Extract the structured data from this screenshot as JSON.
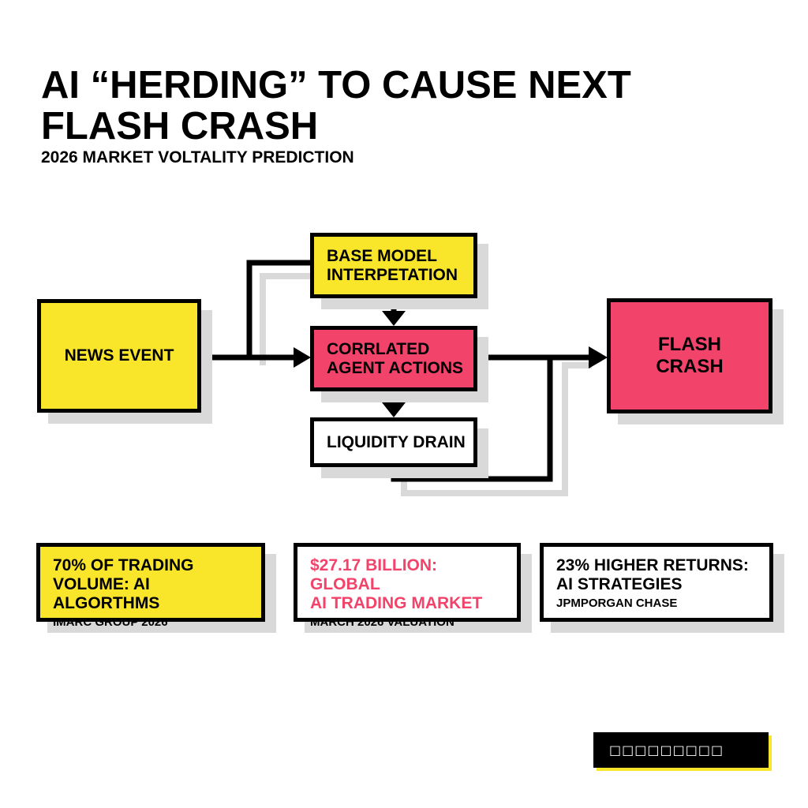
{
  "header": {
    "title_line1": "AI “HERDING” TO CAUSE NEXT",
    "title_line2": "FLASH CRASH",
    "subtitle": "2026 MARKET VOLTALITY PREDICTION"
  },
  "colors": {
    "yellow": "#f9e52a",
    "pink": "#f2436b",
    "black": "#000000",
    "shadow": "#d9d9d9"
  },
  "flow": {
    "nodes": {
      "news_event": "NEWS EVENT",
      "base_model_line1": "BASE MODEL",
      "base_model_line2": "INTERPETATION",
      "correlated_line1": "CORRLATED",
      "correlated_line2": "AGENT ACTIONS",
      "liquidity_drain": "LIQUIDITY DRAIN",
      "flash_line1": "FLASH",
      "flash_line2": "CRASH"
    }
  },
  "stats": [
    {
      "headline_line1": "70% OF TRADING",
      "headline_line2": "VOLUME: AI ALGORTHMS",
      "source": "IMARC GROUP 2026"
    },
    {
      "headline_line1": "$27.17 BILLION: GLOBAL",
      "headline_line2": "AI TRADING MARKET",
      "source": "MARCH 2026 VALUATION"
    },
    {
      "headline_line1": "23% HIGHER RETURNS:",
      "headline_line2": "AI STRATEGIES",
      "source": "JPMPORGAN CHASE"
    }
  ],
  "badge": {
    "text": "□□□□□□□□□"
  }
}
